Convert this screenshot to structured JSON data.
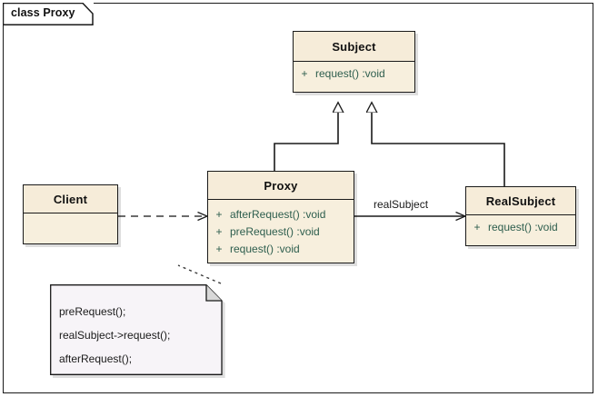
{
  "diagram": {
    "frame_label": "class Proxy",
    "kind": "uml-class-diagram",
    "classes": [
      {
        "id": "subject",
        "name": "Subject",
        "members": [
          {
            "visibility": "+",
            "signature": "request()  :void"
          }
        ]
      },
      {
        "id": "client",
        "name": "Client",
        "members": []
      },
      {
        "id": "proxy",
        "name": "Proxy",
        "members": [
          {
            "visibility": "+",
            "signature": "afterRequest()  :void"
          },
          {
            "visibility": "+",
            "signature": "preRequest()  :void"
          },
          {
            "visibility": "+",
            "signature": "request()  :void"
          }
        ]
      },
      {
        "id": "realsubject",
        "name": "RealSubject",
        "members": [
          {
            "visibility": "+",
            "signature": "request()  :void"
          }
        ]
      }
    ],
    "relations": [
      {
        "id": "proxy-generalizes-subject",
        "type": "generalization",
        "from": "Proxy",
        "to": "Subject",
        "label": ""
      },
      {
        "id": "realsubject-generalizes-subject",
        "type": "generalization",
        "from": "RealSubject",
        "to": "Subject",
        "label": ""
      },
      {
        "id": "client-depends-proxy",
        "type": "dependency",
        "from": "Client",
        "to": "Proxy",
        "label": ""
      },
      {
        "id": "proxy-associates-realsubject",
        "type": "association",
        "from": "Proxy",
        "to": "RealSubject",
        "label": "realSubject"
      },
      {
        "id": "proxy-note-anchor",
        "type": "note-anchor",
        "from": "Proxy",
        "to": "note",
        "label": ""
      }
    ],
    "note": {
      "lines": [
        "preRequest();",
        "realSubject->request();",
        "afterRequest();"
      ]
    },
    "colors": {
      "class_fill": "#f7efdd",
      "class_header_fill": "#f6ecd9",
      "border": "#1a1a1a",
      "member_text": "#2e5e4e",
      "note_fill": "#f7f4f8",
      "canvas": "#ffffff"
    }
  }
}
